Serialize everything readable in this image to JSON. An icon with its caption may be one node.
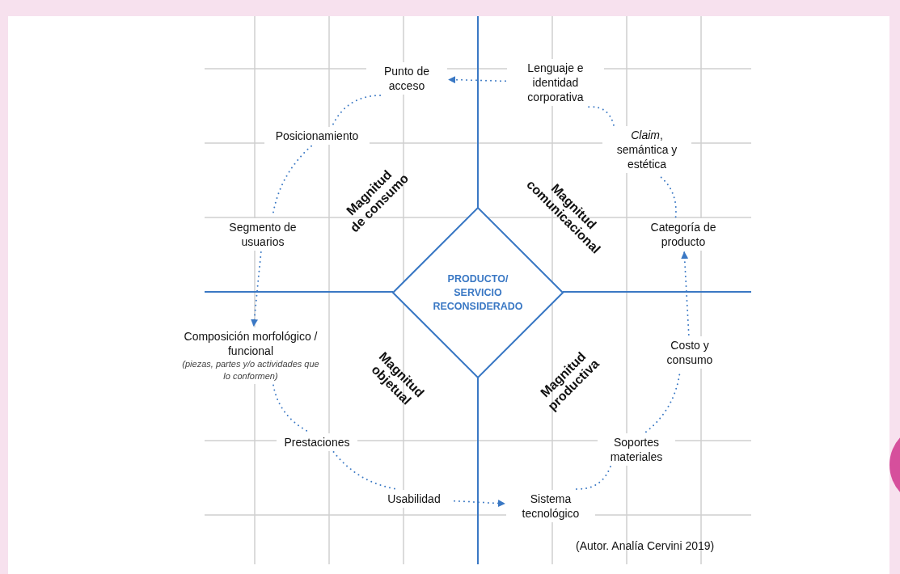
{
  "diagram": {
    "caption": "(Autor. Analía Cervini 2019)",
    "nodes": [
      {
        "text": [
          "Lenguaje e identidad corporativa"
        ]
      },
      {
        "text": [
          "Punto de acceso"
        ]
      },
      {
        "text": [
          "Posicionamiento"
        ]
      },
      {
        "text": [
          "Segmento de usuarios"
        ]
      },
      {
        "text": [
          "Composición morfológico / funcional",
          "(piezas, partes y/o actividades que lo conformen)"
        ]
      },
      {
        "text": [
          "Prestaciones"
        ]
      },
      {
        "text": [
          "Usabilidad"
        ]
      },
      {
        "text": [
          "Sistema tecnológico"
        ]
      },
      {
        "text": [
          "Soportes materiales"
        ]
      },
      {
        "text": [
          "Costo y consumo"
        ]
      },
      {
        "text": [
          "Categoría de producto"
        ]
      },
      {
        "text": [
          "*Claim*, semántica y estética"
        ]
      },
      {
        "text": [
          "PRODUCTO/ SERVICIO RECONSIDERADO"
        ]
      }
    ],
    "edges": [
      {
        "from": 0,
        "to": 1,
        "arrow": "to"
      },
      {
        "from": 1,
        "to": 2,
        "arrow": "none"
      },
      {
        "from": 2,
        "to": 3,
        "arrow": "none"
      },
      {
        "from": 3,
        "to": 4,
        "arrow": "to"
      },
      {
        "from": 4,
        "to": 5,
        "arrow": "none"
      },
      {
        "from": 5,
        "to": 6,
        "arrow": "none"
      },
      {
        "from": 6,
        "to": 7,
        "arrow": "to"
      },
      {
        "from": 7,
        "to": 8,
        "arrow": "none"
      },
      {
        "from": 8,
        "to": 9,
        "arrow": "none"
      },
      {
        "from": 9,
        "to": 10,
        "arrow": "to"
      },
      {
        "from": 10,
        "to": 11,
        "arrow": "none"
      },
      {
        "from": 11,
        "to": 0,
        "arrow": "none"
      }
    ],
    "labels": [
      "Magnitud de consumo",
      "Magnitud comunicacional",
      "Magnitud objetual",
      "Magnitud productiva"
    ]
  }
}
